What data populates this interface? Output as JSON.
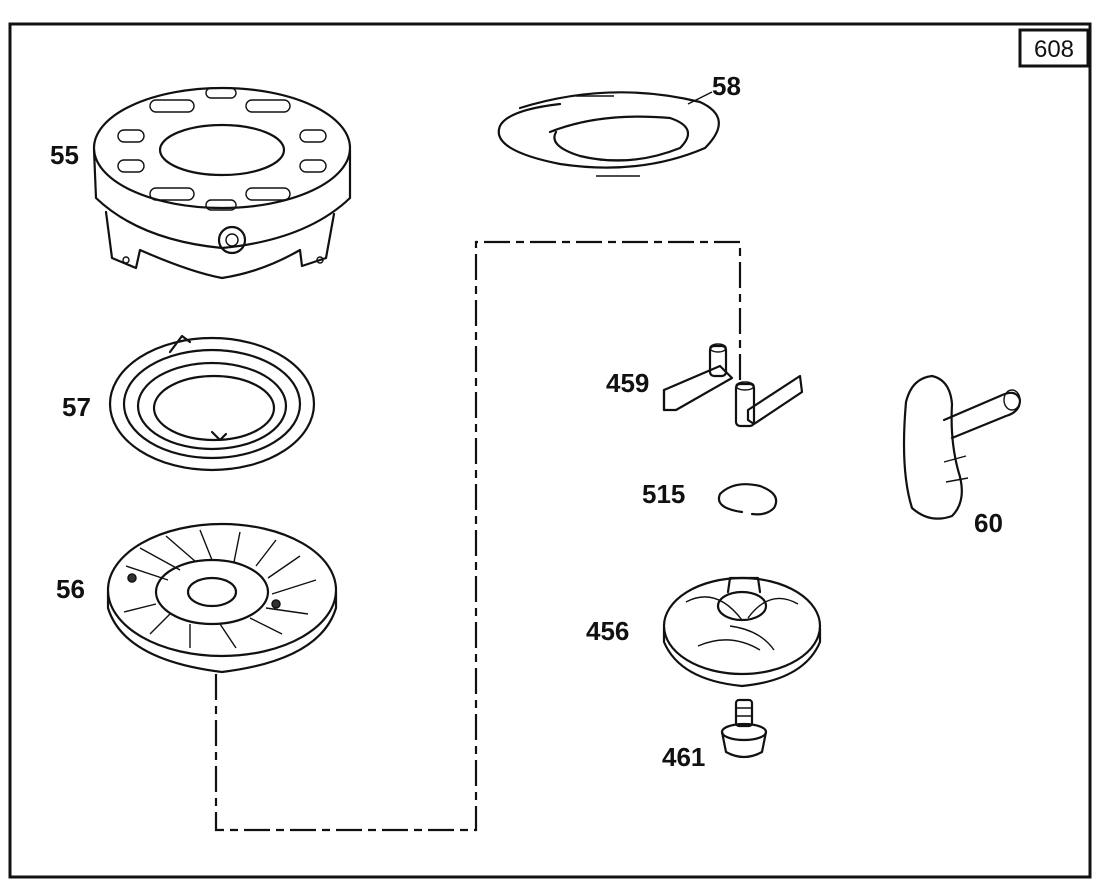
{
  "diagram": {
    "page_number": "608",
    "parts": {
      "rewind_housing": "55",
      "pulley": "56",
      "rewind_spring": "57",
      "starter_rope": "58",
      "rope_handle": "60",
      "ratchet": "456",
      "pawl": "459",
      "retainer_screw": "461",
      "retainer_ring": "515"
    }
  }
}
